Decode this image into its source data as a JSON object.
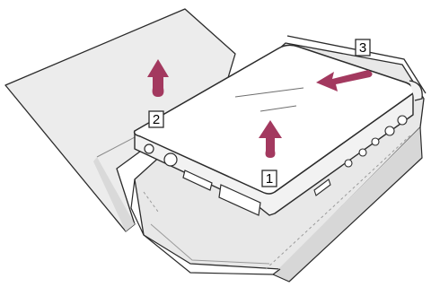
{
  "diagram": {
    "callouts": [
      "1",
      "2",
      "3"
    ],
    "colors": {
      "arrow": "#a3395f",
      "line": "#2b2b2b",
      "case_fill": "#ececec",
      "case_inner": "#d9d9d9",
      "player_fill": "#ffffff",
      "player_side": "#f2f2f2"
    }
  }
}
